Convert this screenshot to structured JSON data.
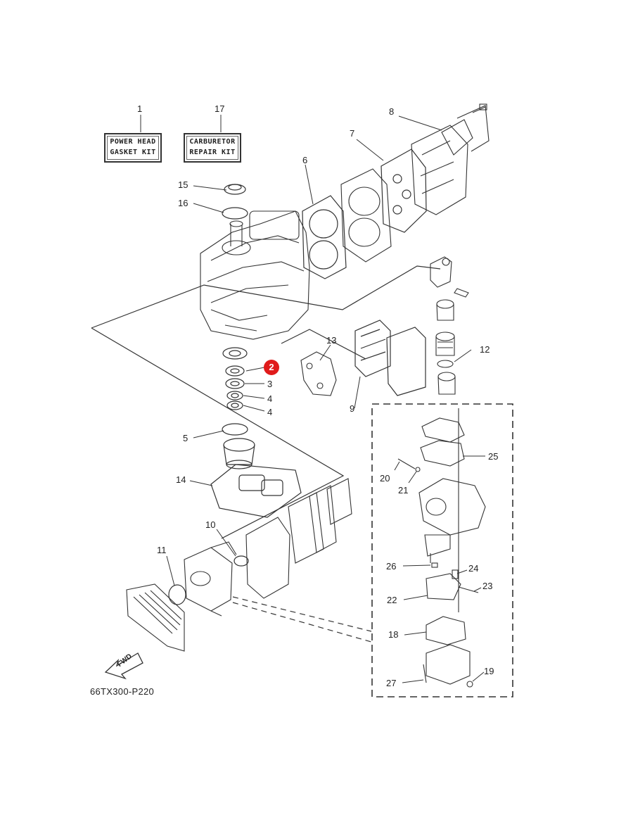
{
  "kits": {
    "power_head": {
      "number": "1",
      "line1": "POWER HEAD",
      "line2": "GASKET KIT"
    },
    "carburetor": {
      "number": "17",
      "line1": "CARBURETOR",
      "line2": "REPAIR KIT"
    }
  },
  "callouts": {
    "c2": "2",
    "c3": "3",
    "c4a": "4",
    "c4b": "4",
    "c5": "5",
    "c6": "6",
    "c7": "7",
    "c8": "8",
    "c9": "9",
    "c10": "10",
    "c11": "11",
    "c12": "12",
    "c13": "13",
    "c14": "14",
    "c15": "15",
    "c16": "16",
    "c18": "18",
    "c19": "19",
    "c20": "20",
    "c21": "21",
    "c22": "22",
    "c23": "23",
    "c24": "24",
    "c25": "25",
    "c26": "26",
    "c27": "27"
  },
  "highlight_color": "#e01b1b",
  "fwd_label": "FWD",
  "reference_code": "66TX300-P220"
}
